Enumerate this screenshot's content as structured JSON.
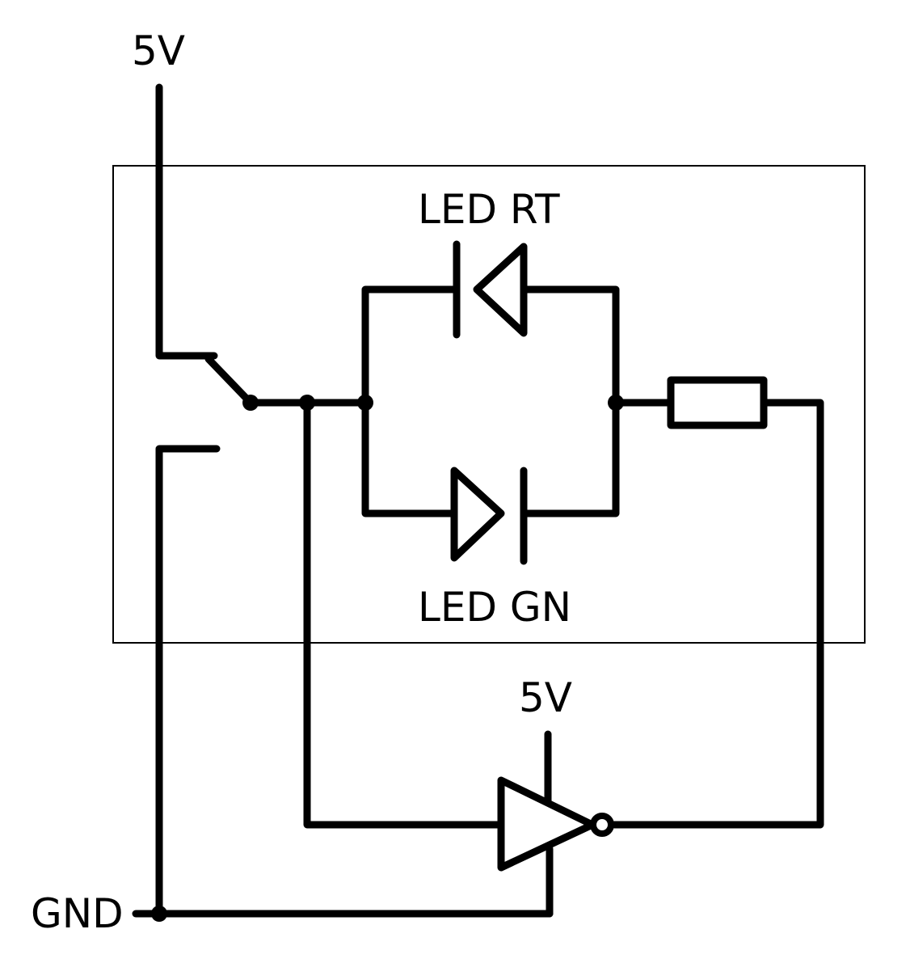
{
  "labels": {
    "supply_top": "5V",
    "led_red": "LED RT",
    "led_green": "LED GN",
    "supply_inverter": "5V",
    "ground": "GND"
  },
  "colors": {
    "ink": "#000000",
    "background": "#ffffff"
  }
}
